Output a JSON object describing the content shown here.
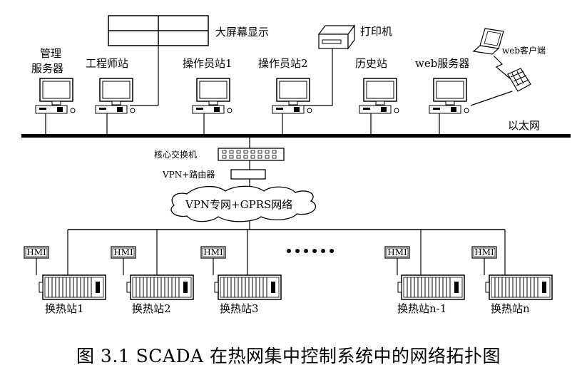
{
  "nodes": {
    "big_screen": "大屏幕显示",
    "printer": "打印机",
    "web_client": "web客户端",
    "mgmt_server_line1": "管理",
    "mgmt_server_line2": "服务器",
    "engineer_station": "工程师站",
    "operator_1": "操作员站1",
    "operator_2": "操作员站2",
    "history_station": "历史站",
    "web_server": "web服务器",
    "ethernet": "以太网",
    "core_switch": "核心交换机",
    "vpn_router": "VPN+路由器",
    "cloud": "VPN专网+GPRS网络",
    "hmi": "HMI",
    "stations": [
      "换热站1",
      "换热站2",
      "换热站3",
      "换热站n-1",
      "换热站n"
    ]
  },
  "caption": "图 3.1  SCADA 在热网集中控制系统中的网络拓扑图"
}
